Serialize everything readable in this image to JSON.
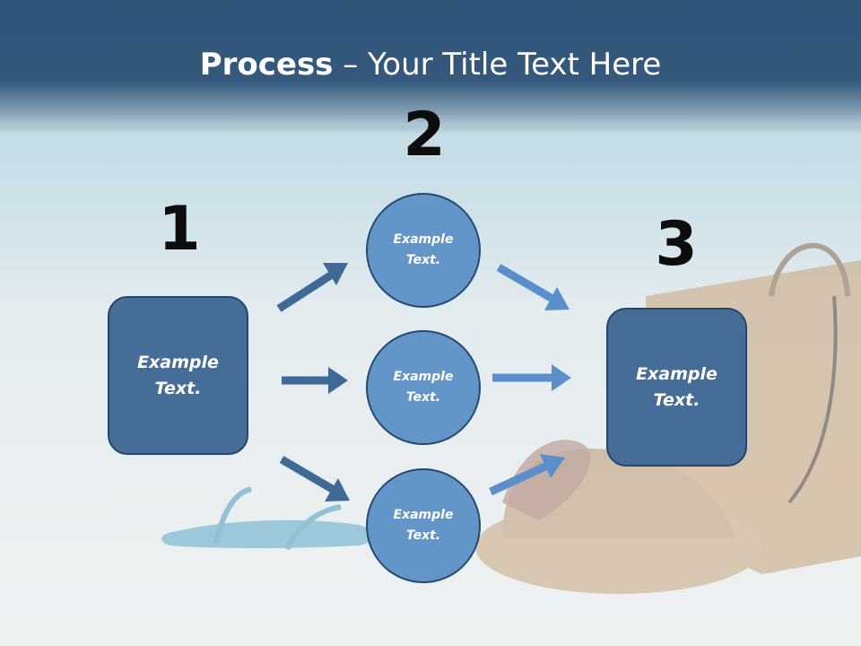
{
  "slide": {
    "title_bold": "Process",
    "title_rest": " – Your Title Text Here"
  },
  "steps": {
    "num1": "1",
    "num2": "2",
    "num3": "3"
  },
  "nodes": {
    "left_box": "Example\nText.",
    "circle_top": "Example\nText.",
    "circle_middle": "Example\nText.",
    "circle_bottom": "Example\nText.",
    "right_box": "Example\nText."
  },
  "colors": {
    "header": "#30557a",
    "box_fill": "#456d97",
    "circle_fill": "#6495c8",
    "arrow_left": "#3f6a98",
    "arrow_right": "#5a8fcb"
  }
}
